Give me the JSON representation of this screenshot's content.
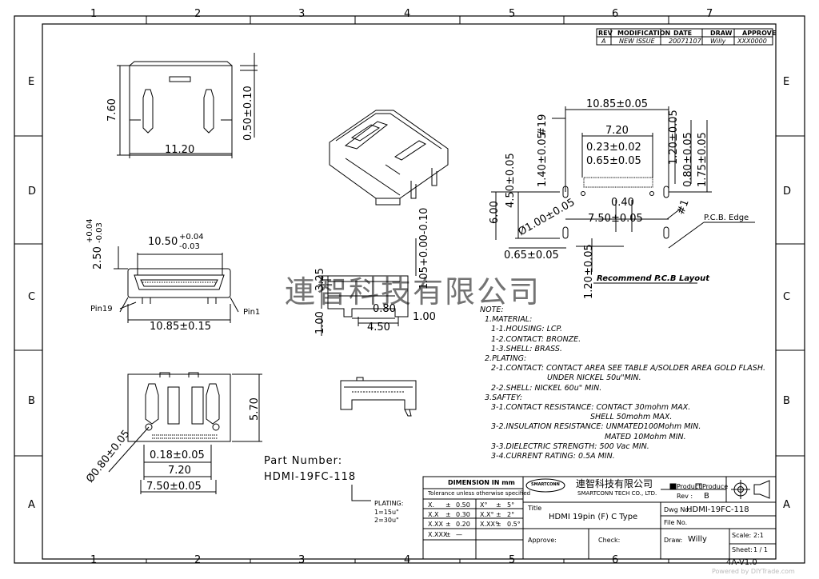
{
  "grid": {
    "columns": [
      "1",
      "2",
      "3",
      "4",
      "5",
      "6",
      "7"
    ],
    "rows": [
      "E",
      "D",
      "C",
      "B",
      "A"
    ]
  },
  "revision_table": {
    "headers": [
      "REV",
      "MODIFICATION",
      "DATE",
      "DRAW",
      "APPROVE"
    ],
    "row": [
      "A",
      "NEW ISSUE",
      "20071107",
      "Willy",
      "XXX0000"
    ]
  },
  "side_view": {
    "height_dim": "7.60",
    "width_dim": "11.20",
    "tab_dim": "0.50±0.10"
  },
  "front_view": {
    "width_dim": "10.50",
    "width_tol": [
      "+0.04",
      "-0.03"
    ],
    "height_dim": "2.50",
    "height_tol": [
      "+0.04",
      "-0.03"
    ],
    "overall_dim": "10.85±0.15",
    "pin19_label": "Pin19",
    "pin1_label": "Pin1"
  },
  "profile_view": {
    "dims": [
      "3.25",
      "0.80",
      "4.50",
      "1.00",
      "1.00",
      "1.05+0.00-0.10"
    ]
  },
  "bottom_view": {
    "height_dim": "5.70",
    "pitch_dim": "0.18±0.05",
    "span_dim": "7.20",
    "overall_dim": "7.50±0.05",
    "hole_dim": "Ø0.80±0.05"
  },
  "pcb_layout": {
    "dims": [
      "10.85±0.05",
      "7.20",
      "0.23±0.02",
      "0.65±0.05",
      "#19",
      "1.40±0.05",
      "4.50±0.05",
      "6.00",
      "1.20±0.05",
      "0.80±0.05",
      "1.75±0.05",
      "0.40",
      "Ø1.00±0.05",
      "7.50±0.05",
      "#1",
      "0.65±0.05",
      "1.20±0.05"
    ],
    "edge_label": "P.C.B. Edge",
    "caption": "Recommend P.C.B Layout"
  },
  "watermark": "連智科技有限公司",
  "notes": [
    "NOTE:",
    "1.MATERIAL:",
    "1-1.HOUSING: LCP.",
    "1-2.CONTACT: BRONZE.",
    "1-3.SHELL: BRASS.",
    "2.PLATING:",
    "2-1.CONTACT: CONTACT AREA SEE TABLE A/SOLDER AREA GOLD FLASH.",
    "UNDER NICKEL 50u\"MIN.",
    "2-2.SHELL: NICKEL 60u\" MIN.",
    "3.SAFTEY:",
    "3-1.CONTACT RESISTANCE: CONTACT 30mohm MAX.",
    "SHELL 50mohm MAX.",
    "3-2.INSULATION RESISTANCE: UNMATED100Mohm MIN.",
    "MATED 10Mohm MIN.",
    "3-3.DIELECTRIC STRENGTH: 500 Vac MIN.",
    "3-4.CURRENT RATING: 0.5A MIN."
  ],
  "part_number": {
    "label": "Part Number:",
    "value": "HDMI-19FC-118",
    "plating_label": "PLATING:",
    "plating_options": [
      "1=15u\"",
      "2=30u\""
    ]
  },
  "title_block": {
    "dimension_header": "DIMENSION IN mm",
    "tolerance_note": "Tolerance unless otherwise specified",
    "tolerances": [
      [
        "X.",
        "±",
        "0.50",
        "X°",
        "±",
        "5°"
      ],
      [
        "X.X",
        "±",
        "0.30",
        "X.X°",
        "±",
        "2°"
      ],
      [
        "X.XX",
        "±",
        "0.20",
        "X.XX°",
        "±",
        "0.5°"
      ],
      [
        "X.XXX",
        "±",
        "—",
        "",
        "",
        ""
      ]
    ],
    "company_logo": "SMARTCONN",
    "company_name": "連智科技有限公司",
    "company_en": "SMARTCONN TECH CO., LTD.",
    "product_label": "Product",
    "produce_label": "Produce",
    "rev_label": "Rev :",
    "rev_value": "B",
    "title_label": "Title",
    "title_value": "HDMI 19pin (F) C Type",
    "dwg_label": "Dwg No.",
    "dwg_value": "HDMI-19FC-118",
    "file_label": "File No.",
    "approve_label": "Approve:",
    "check_label": "Check:",
    "draw_label": "Draw:",
    "draw_value": "Willy",
    "scale_label": "Scale:",
    "scale_value": "2:1",
    "sheet_label": "Sheet:",
    "sheet_value": "1 / 1",
    "form_code": "4A-V1.0"
  },
  "footer_watermark": "Powered by DIYTrade.com"
}
